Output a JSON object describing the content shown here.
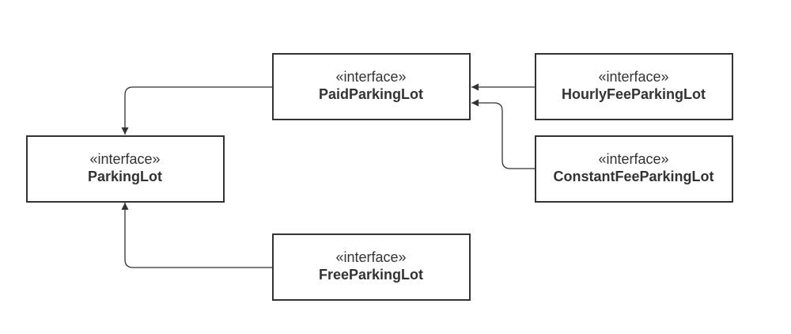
{
  "nodes": {
    "parking_lot": {
      "stereotype": "«interface»",
      "name": "ParkingLot"
    },
    "paid_parking_lot": {
      "stereotype": "«interface»",
      "name": "PaidParkingLot"
    },
    "free_parking_lot": {
      "stereotype": "«interface»",
      "name": "FreeParkingLot"
    },
    "hourly_fee_parking_lot": {
      "stereotype": "«interface»",
      "name": "HourlyFeeParkingLot"
    },
    "constant_fee_parking_lot": {
      "stereotype": "«interface»",
      "name": "ConstantFeeParkingLot"
    }
  },
  "edges": [
    {
      "from": "PaidParkingLot",
      "to": "ParkingLot"
    },
    {
      "from": "FreeParkingLot",
      "to": "ParkingLot"
    },
    {
      "from": "HourlyFeeParkingLot",
      "to": "PaidParkingLot"
    },
    {
      "from": "ConstantFeeParkingLot",
      "to": "PaidParkingLot"
    }
  ]
}
